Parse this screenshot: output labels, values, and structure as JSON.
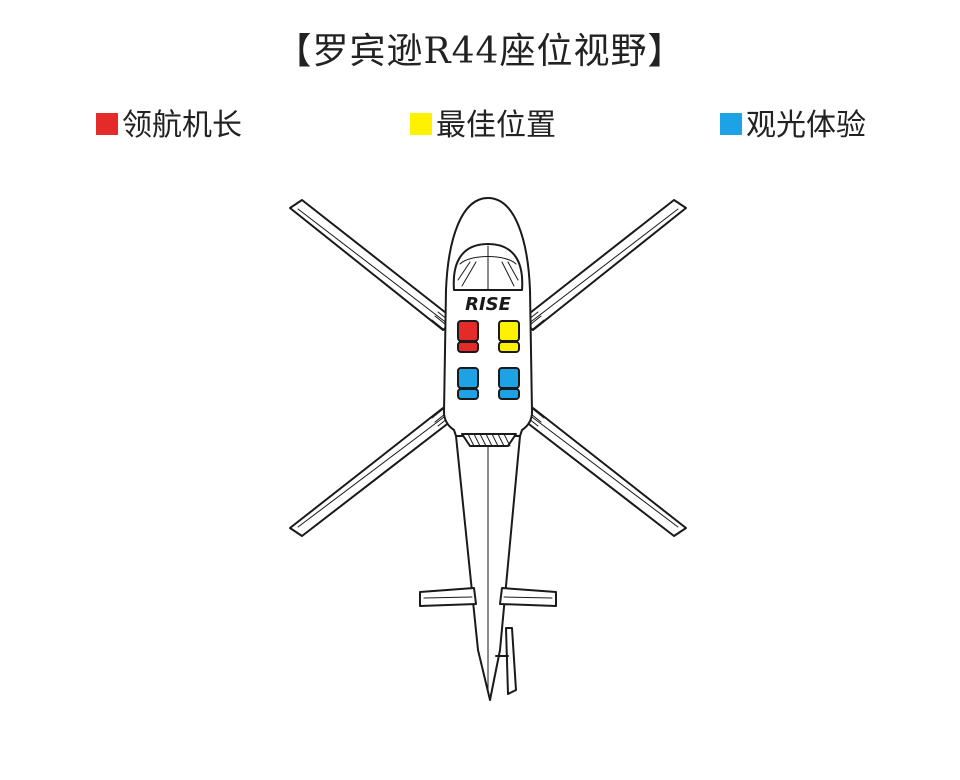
{
  "title": "【罗宾逊R44座位视野】",
  "legend": {
    "pilot": {
      "label": "领航机长",
      "color": "#e52a2a"
    },
    "best": {
      "label": "最佳位置",
      "color": "#fff200"
    },
    "view": {
      "label": "观光体验",
      "color": "#1ea2e6"
    }
  },
  "logo_text": "RISE",
  "colors": {
    "stroke": "#1a1a1a",
    "background": "#ffffff"
  }
}
